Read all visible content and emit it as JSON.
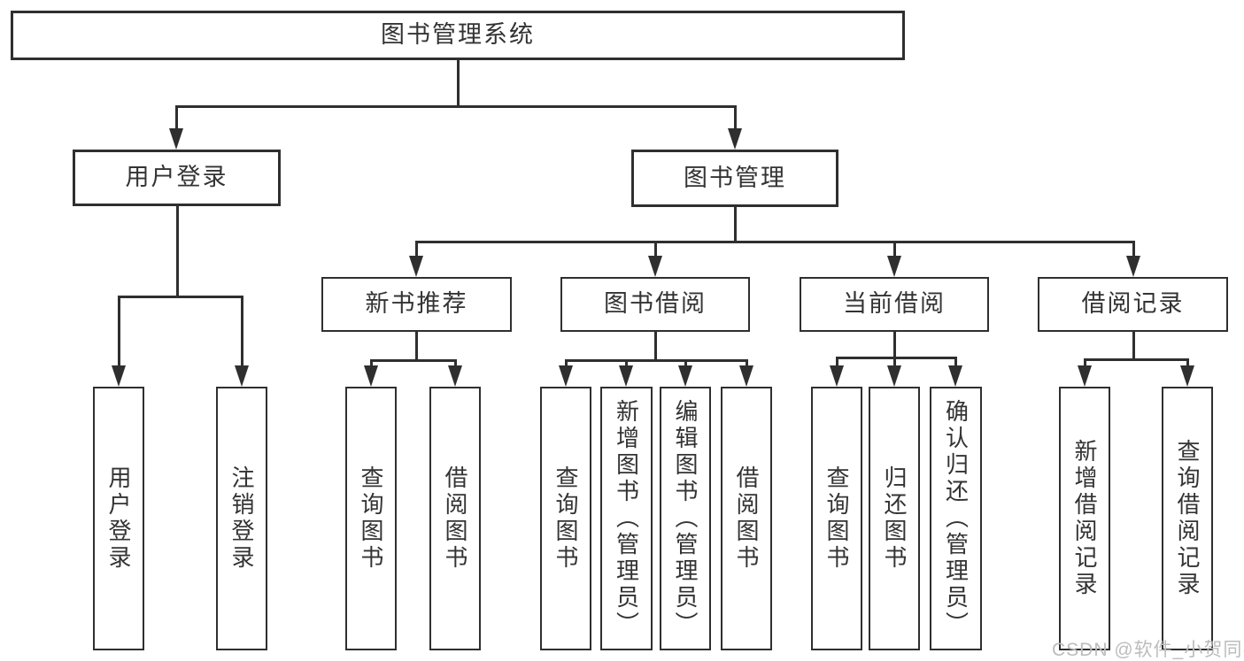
{
  "tree": {
    "label": "图书管理系统",
    "children": [
      {
        "label": "用户登录",
        "children": [
          {
            "label": "用户登录"
          },
          {
            "label": "注销登录"
          }
        ]
      },
      {
        "label": "图书管理",
        "children": [
          {
            "label": "新书推荐",
            "children": [
              {
                "label": "查询图书"
              },
              {
                "label": "借阅图书"
              }
            ]
          },
          {
            "label": "图书借阅",
            "children": [
              {
                "label": "查询图书"
              },
              {
                "label": "新增图书（管理员）"
              },
              {
                "label": "编辑图书（管理员）"
              },
              {
                "label": "借阅图书"
              }
            ]
          },
          {
            "label": "当前借阅",
            "children": [
              {
                "label": "查询图书"
              },
              {
                "label": "归还图书"
              },
              {
                "label": "确认归还（管理员）"
              }
            ]
          },
          {
            "label": "借阅记录",
            "children": [
              {
                "label": "新增借阅记录"
              },
              {
                "label": "查询借阅记录"
              }
            ]
          }
        ]
      }
    ]
  },
  "watermark": "CSDN @软件_小贺同学",
  "colors": {
    "line": "#2f2f2f",
    "text": "#333333",
    "watermark": "#bcbcbc",
    "bg": "#ffffff"
  }
}
